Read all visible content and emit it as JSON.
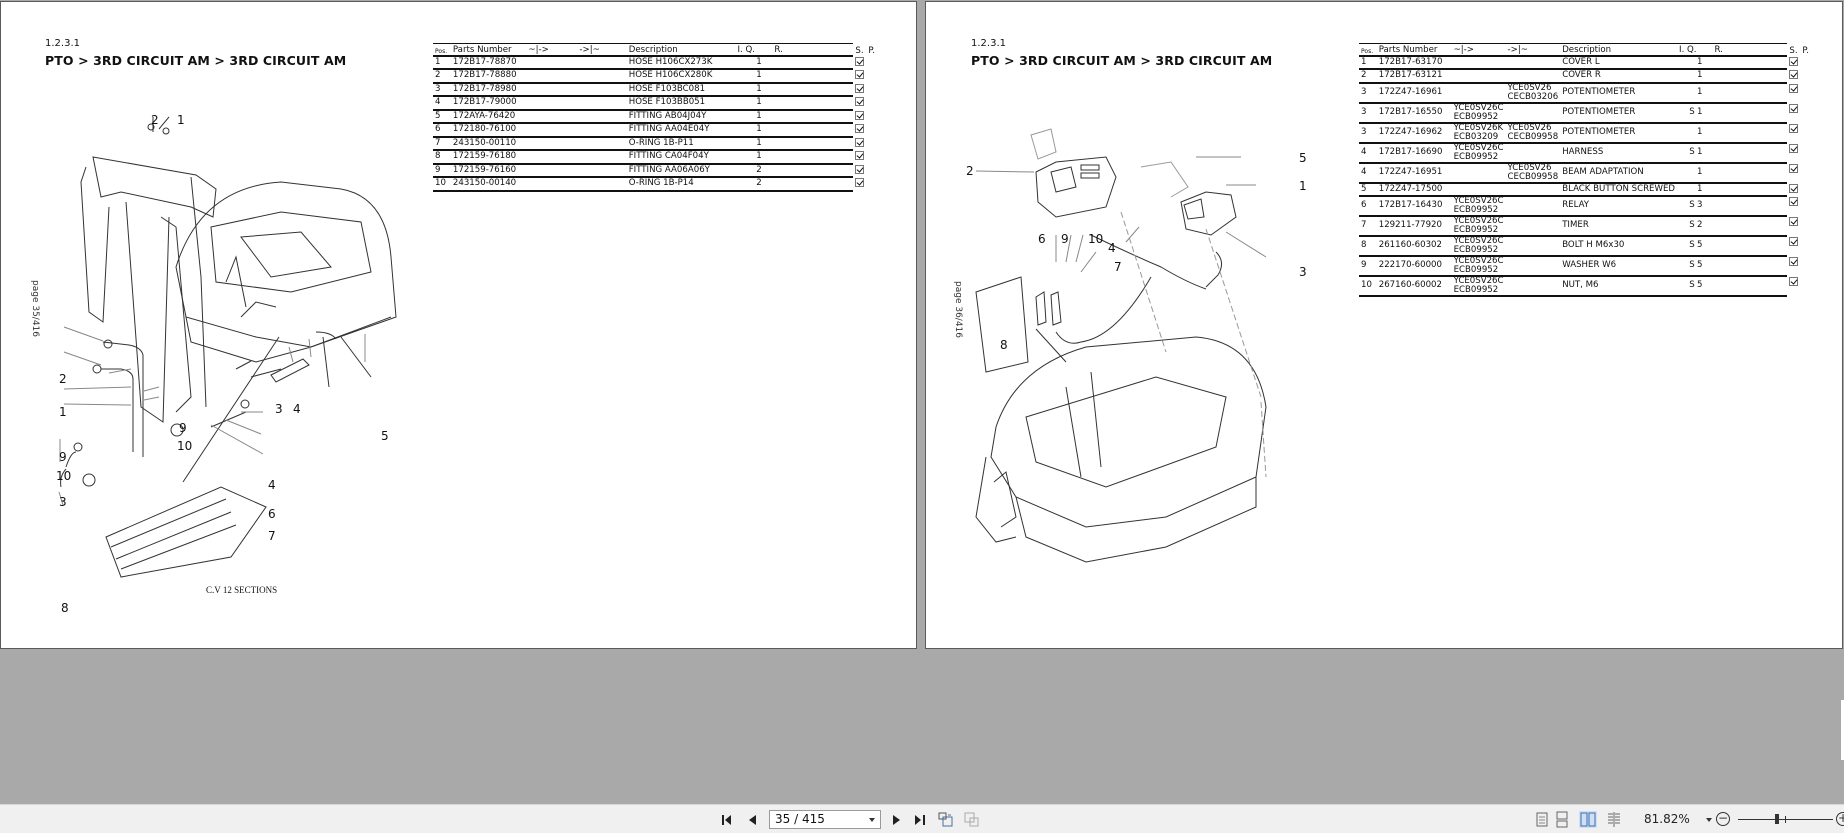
{
  "left_page": {
    "section_number": "1.2.3.1",
    "title": "PTO > 3RD CIRCUIT AM > 3RD CIRCUIT AM",
    "page_label": "page 35/416",
    "table": {
      "headers": {
        "pos": "Pos.",
        "parts_number": "Parts Number",
        "from": "~|->",
        "to": "->|~",
        "description": "Description",
        "iq": "I. Q.",
        "r": "R.",
        "s": "S.",
        "p": "P."
      },
      "rows": [
        {
          "pos": "1",
          "part": "172B17-78870",
          "from": "",
          "to": "",
          "desc": "HOSE H106CX273K",
          "i": "",
          "q": "1",
          "checked": true
        },
        {
          "pos": "2",
          "part": "172B17-78880",
          "from": "",
          "to": "",
          "desc": "HOSE H106CX280K",
          "i": "",
          "q": "1",
          "checked": true
        },
        {
          "pos": "3",
          "part": "172B17-78980",
          "from": "",
          "to": "",
          "desc": "HOSE F103BC081",
          "i": "",
          "q": "1",
          "checked": true
        },
        {
          "pos": "4",
          "part": "172B17-79000",
          "from": "",
          "to": "",
          "desc": "HOSE F103BB051",
          "i": "",
          "q": "1",
          "checked": true
        },
        {
          "pos": "5",
          "part": "172AYA-76420",
          "from": "",
          "to": "",
          "desc": "FITTING AB04J04Y",
          "i": "",
          "q": "1",
          "checked": true
        },
        {
          "pos": "6",
          "part": "172180-76100",
          "from": "",
          "to": "",
          "desc": "FITTING AA04E04Y",
          "i": "",
          "q": "1",
          "checked": true
        },
        {
          "pos": "7",
          "part": "243150-00110",
          "from": "",
          "to": "",
          "desc": "O-RING 1B-P11",
          "i": "",
          "q": "1",
          "checked": true
        },
        {
          "pos": "8",
          "part": "172159-76180",
          "from": "",
          "to": "",
          "desc": "FITTING CA04F04Y",
          "i": "",
          "q": "1",
          "checked": true
        },
        {
          "pos": "9",
          "part": "172159-76160",
          "from": "",
          "to": "",
          "desc": "FITTING AA06A06Y",
          "i": "",
          "q": "2",
          "checked": true
        },
        {
          "pos": "10",
          "part": "243150-00140",
          "from": "",
          "to": "",
          "desc": "O-RING 1B-P14",
          "i": "",
          "q": "2",
          "checked": true
        }
      ]
    },
    "diagram": {
      "callouts": [
        "2",
        "1",
        "2",
        "1",
        "9",
        "10",
        "9",
        "10",
        "3",
        "4",
        "5",
        "4",
        "6",
        "7",
        "3",
        "8"
      ],
      "caption": "C.V 12 SECTIONS"
    }
  },
  "right_page": {
    "section_number": "1.2.3.1",
    "title": "PTO > 3RD CIRCUIT AM > 3RD CIRCUIT AM",
    "page_label": "page 36/416",
    "table": {
      "headers": {
        "pos": "Pos.",
        "parts_number": "Parts Number",
        "from": "~|->",
        "to": "->|~",
        "description": "Description",
        "iq": "I. Q.",
        "r": "R.",
        "s": "S.",
        "p": "P."
      },
      "rows": [
        {
          "pos": "1",
          "part": "172B17-63170",
          "from": "",
          "to": "",
          "desc": "COVER L",
          "i": "",
          "q": "1",
          "checked": true
        },
        {
          "pos": "2",
          "part": "172B17-63121",
          "from": "",
          "to": "",
          "desc": "COVER R",
          "i": "",
          "q": "1",
          "checked": true
        },
        {
          "pos": "3",
          "part": "172Z47-16961",
          "from": "",
          "to": "YCE0SV26 CECB03206",
          "desc": "POTENTIOMETER",
          "i": "",
          "q": "1",
          "checked": true
        },
        {
          "pos": "3",
          "part": "172B17-16550",
          "from": "YCE0SV26C ECB09952",
          "to": "",
          "desc": "POTENTIOMETER",
          "i": "S",
          "q": "1",
          "checked": true
        },
        {
          "pos": "3",
          "part": "172Z47-16962",
          "from": "YCE0SV26K ECB03209",
          "to": "YCE0SV26 CECB09958",
          "desc": "POTENTIOMETER",
          "i": "",
          "q": "1",
          "checked": true
        },
        {
          "pos": "4",
          "part": "172B17-16690",
          "from": "YCE0SV26C ECB09952",
          "to": "",
          "desc": "HARNESS",
          "i": "S",
          "q": "1",
          "checked": true
        },
        {
          "pos": "4",
          "part": "172Z47-16951",
          "from": "",
          "to": "YCE0SV26 CECB09958",
          "desc": "BEAM ADAPTATION",
          "i": "",
          "q": "1",
          "checked": true
        },
        {
          "pos": "5",
          "part": "172Z47-17500",
          "from": "",
          "to": "",
          "desc": "BLACK BUTTON SCREWED",
          "i": "",
          "q": "1",
          "checked": true
        },
        {
          "pos": "6",
          "part": "172B17-16430",
          "from": "YCE0SV26C ECB09952",
          "to": "",
          "desc": "RELAY",
          "i": "S",
          "q": "3",
          "checked": true
        },
        {
          "pos": "7",
          "part": "129211-77920",
          "from": "YCE0SV26C ECB09952",
          "to": "",
          "desc": "TIMER",
          "i": "S",
          "q": "2",
          "checked": true
        },
        {
          "pos": "8",
          "part": "261160-60302",
          "from": "YCE0SV26C ECB09952",
          "to": "",
          "desc": "BOLT H M6x30",
          "i": "S",
          "q": "5",
          "checked": true
        },
        {
          "pos": "9",
          "part": "222170-60000",
          "from": "YCE0SV26C ECB09952",
          "to": "",
          "desc": "WASHER W6",
          "i": "S",
          "q": "5",
          "checked": true
        },
        {
          "pos": "10",
          "part": "267160-60002",
          "from": "YCE0SV26C ECB09952",
          "to": "",
          "desc": "NUT, M6",
          "i": "S",
          "q": "5",
          "checked": true
        }
      ]
    },
    "diagram": {
      "callouts": [
        "2",
        "5",
        "1",
        "6",
        "9",
        "10",
        "4",
        "7",
        "3",
        "8"
      ]
    }
  },
  "toolbar": {
    "first_page": "first-page-icon",
    "prev_page": "prev-page-icon",
    "page_indicator": "35 / 415",
    "next_page": "next-page-icon",
    "last_page": "last-page-icon",
    "zoom_percent": "81.82%",
    "zoom_out": "−",
    "zoom_in": "+"
  }
}
